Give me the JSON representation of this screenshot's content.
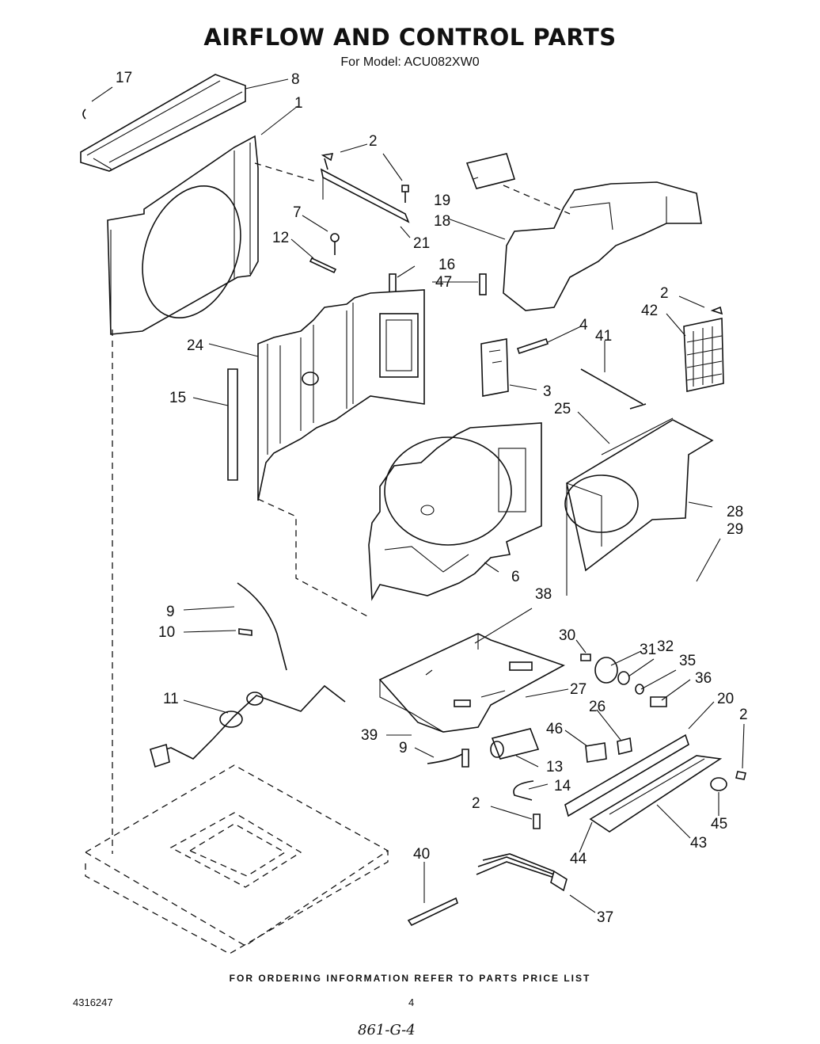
{
  "header": {
    "title": "AIRFLOW AND CONTROL PARTS",
    "subtitle": "For Model: ACU082XW0"
  },
  "callouts": {
    "c17": "17",
    "c8": "8",
    "c1": "1",
    "c2a": "2",
    "c19": "19",
    "c18": "18",
    "c7": "7",
    "c12": "12",
    "c21": "21",
    "c16": "16",
    "c47": "47",
    "c2b": "2",
    "c42": "42",
    "c4": "4",
    "c41": "41",
    "c24": "24",
    "c3": "3",
    "c15": "15",
    "c25": "25",
    "c28": "28",
    "c29": "29",
    "c6": "6",
    "c38": "38",
    "c9a": "9",
    "c10": "10",
    "c30": "30",
    "c31": "31",
    "c32": "32",
    "c35": "35",
    "c36": "36",
    "c11": "11",
    "c27": "27",
    "c20": "20",
    "c26": "26",
    "c2c": "2",
    "c39": "39",
    "c46": "46",
    "c9b": "9",
    "c13": "13",
    "c14": "14",
    "c2d": "2",
    "c45": "45",
    "c43": "43",
    "c44": "44",
    "c40": "40",
    "c37": "37"
  },
  "footer": {
    "ordering_note": "FOR ORDERING INFORMATION REFER TO PARTS PRICE LIST",
    "doc_number": "4316247",
    "page_number": "4",
    "handwritten_note": "861-G-4"
  }
}
